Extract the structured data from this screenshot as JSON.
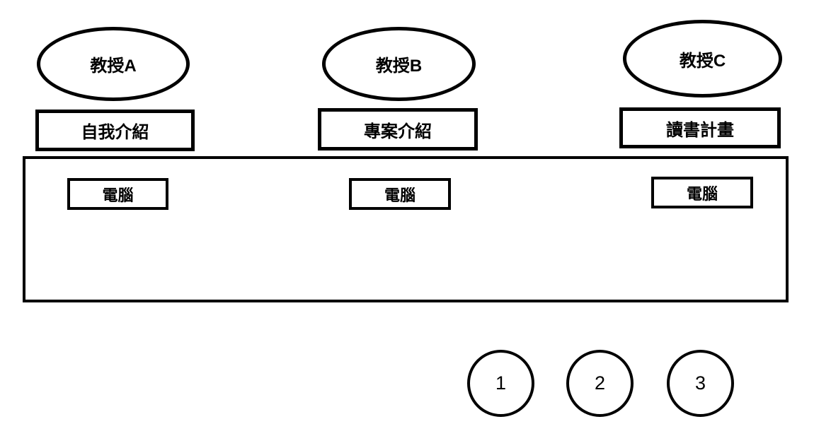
{
  "diagram": {
    "description_colors": {
      "stroke": "#000000",
      "background": "#ffffff"
    },
    "stations": [
      {
        "professor": "教授A",
        "topic": "自我介紹",
        "computer": "電腦"
      },
      {
        "professor": "教授B",
        "topic": "專案介紹",
        "computer": "電腦"
      },
      {
        "professor": "教授C",
        "topic": "讀書計畫",
        "computer": "電腦"
      }
    ],
    "seats": [
      {
        "label": "1"
      },
      {
        "label": "2"
      },
      {
        "label": "3"
      }
    ]
  }
}
